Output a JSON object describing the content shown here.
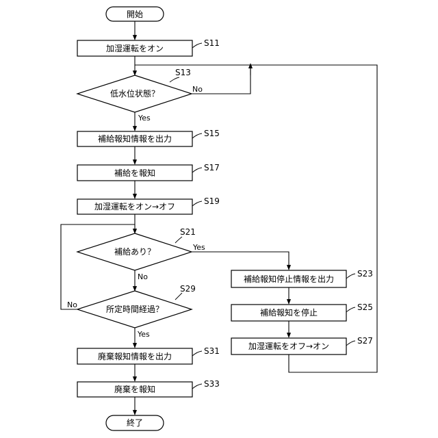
{
  "nodes": {
    "start": "開始",
    "s11": "加湿運転をオン",
    "s13": "低水位状態？",
    "s15": "補給報知情報を出力",
    "s17": "補給を報知",
    "s19": "加湿運転をオン→オフ",
    "s21": "補給あり？",
    "s29": "所定時間経過？",
    "s31": "廃棄報知情報を出力",
    "s33": "廃棄を報知",
    "s23": "補給報知停止情報を出力",
    "s25": "補給報知を停止",
    "s27": "加湿運転をオフ→オン",
    "end": "終了"
  },
  "step_labels": {
    "s11": "S11",
    "s13": "S13",
    "s15": "S15",
    "s17": "S17",
    "s19": "S19",
    "s21": "S21",
    "s23": "S23",
    "s25": "S25",
    "s27": "S27",
    "s29": "S29",
    "s31": "S31",
    "s33": "S33"
  },
  "branch_labels": {
    "s13_no": "No",
    "s13_yes": "Yes",
    "s21_yes": "Yes",
    "s21_no": "No",
    "s29_no": "No",
    "s29_yes": "Yes"
  }
}
